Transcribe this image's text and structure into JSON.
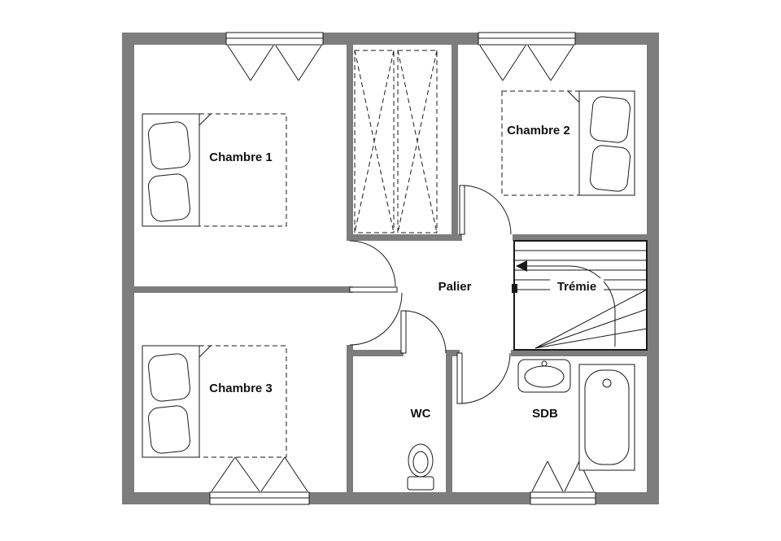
{
  "plan": {
    "rooms": {
      "chambre1": {
        "label": "Chambre 1"
      },
      "chambre2": {
        "label": "Chambre 2"
      },
      "chambre3": {
        "label": "Chambre 3"
      },
      "palier": {
        "label": "Palier"
      },
      "tremie": {
        "label": "Trémie"
      },
      "wc": {
        "label": "WC"
      },
      "sdb": {
        "label": "SDB"
      }
    },
    "colors": {
      "wall": "#7d7d7d",
      "line": "#1a1a1a",
      "background": "#ffffff"
    }
  }
}
